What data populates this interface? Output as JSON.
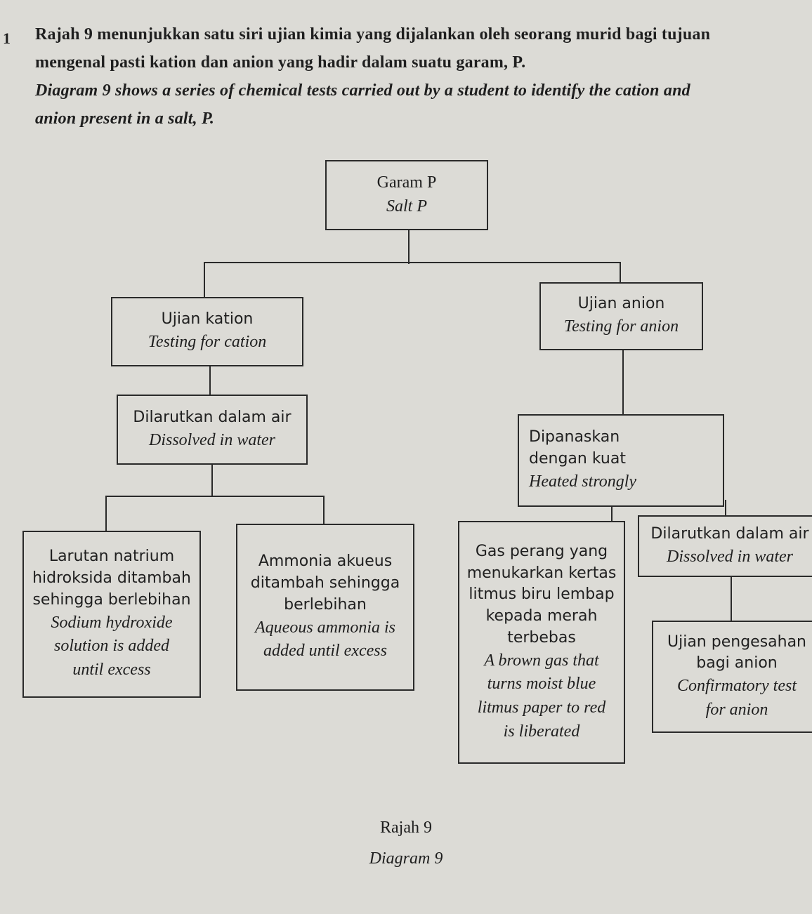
{
  "question": {
    "number": "1",
    "malay_line1": "Rajah 9 menunjukkan satu siri ujian kimia yang dijalankan oleh seorang murid bagi tujuan",
    "malay_line2": "mengenal pasti kation dan anion yang hadir dalam suatu garam, P.",
    "english_line1": "Diagram 9 shows a series of chemical tests carried out by a student to identify the cation and",
    "english_line2": "anion present in a salt, P."
  },
  "diagram": {
    "salt": {
      "malay": "Garam P",
      "english": "Salt P"
    },
    "cation_test": {
      "malay": "Ujian kation",
      "english": "Testing for cation"
    },
    "anion_test": {
      "malay": "Ujian anion",
      "english": "Testing for anion"
    },
    "dissolve_cation": {
      "malay": "Dilarutkan dalam air",
      "english": "Dissolved in water"
    },
    "heated": {
      "malay1": "Dipanaskan",
      "malay2": "dengan kuat",
      "english": "Heated strongly"
    },
    "naoh": {
      "malay1": "Larutan natrium",
      "malay2": "hidroksida ditambah",
      "malay3": "sehingga berlebihan",
      "english1": "Sodium hydroxide",
      "english2": "solution is added",
      "english3": "until excess"
    },
    "ammonia": {
      "malay1": "Ammonia akueus",
      "malay2": "ditambah sehingga",
      "malay3": "berlebihan",
      "english1": "Aqueous ammonia is",
      "english2": "added until excess"
    },
    "brown_gas": {
      "malay1": "Gas perang yang",
      "malay2": "menukarkan kertas",
      "malay3": "litmus biru lembap",
      "malay4": "kepada merah",
      "malay5": "terbebas",
      "english1": "A brown gas that",
      "english2": "turns moist blue",
      "english3": "litmus paper to red",
      "english4": "is liberated"
    },
    "dissolve_anion": {
      "malay": "Dilarutkan dalam air",
      "english": "Dissolved in water"
    },
    "confirm": {
      "malay1": "Ujian pengesahan",
      "malay2": "bagi anion",
      "english1": "Confirmatory test",
      "english2": "for anion"
    }
  },
  "caption": {
    "malay": "Rajah 9",
    "english": "Diagram 9"
  }
}
